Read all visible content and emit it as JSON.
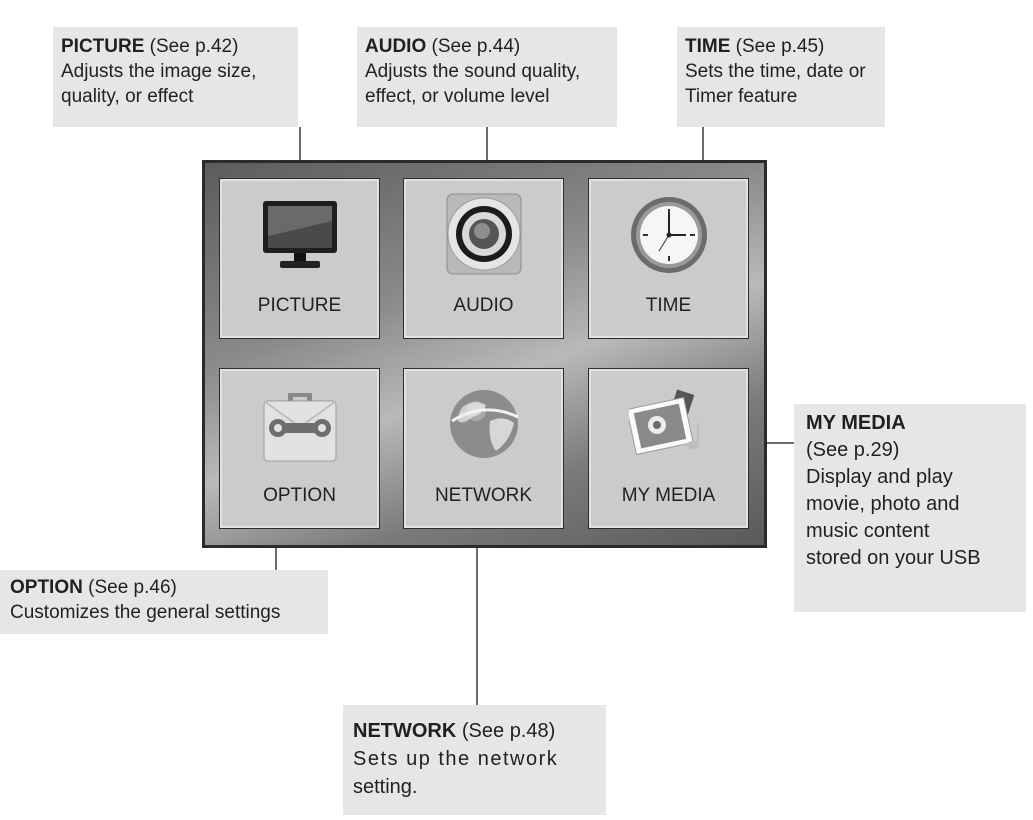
{
  "callouts": {
    "picture": {
      "title": "PICTURE",
      "ref": " (See p.42)",
      "lines": [
        "Adjusts the image size,",
        "quality, or effect"
      ]
    },
    "audio": {
      "title": "AUDIO",
      "ref": " (See p.44)",
      "lines": [
        "Adjusts the sound quality,",
        "effect, or volume level"
      ]
    },
    "time": {
      "title": "TIME",
      "ref": " (See p.45)",
      "lines": [
        "Sets the time, date or",
        "Timer feature"
      ]
    },
    "my_media": {
      "title": "MY MEDIA",
      "lines": [
        "(See p.29)",
        "Display and play",
        "movie, photo and",
        "music content",
        "stored on your USB"
      ]
    },
    "option": {
      "title": "OPTION",
      "ref": " (See p.46)",
      "lines": [
        "Customizes the general settings"
      ]
    },
    "network": {
      "title": "NETWORK",
      "ref": " (See p.48)",
      "lines": [
        "Sets up the network",
        "setting."
      ]
    }
  },
  "menu": {
    "tiles": [
      {
        "label": "PICTURE",
        "icon": "tv-monitor-icon"
      },
      {
        "label": "AUDIO",
        "icon": "speaker-icon"
      },
      {
        "label": "TIME",
        "icon": "clock-icon"
      },
      {
        "label": "OPTION",
        "icon": "toolbox-icon"
      },
      {
        "label": "NETWORK",
        "icon": "globe-icon"
      },
      {
        "label": "MY MEDIA",
        "icon": "media-photos-icon"
      }
    ]
  }
}
